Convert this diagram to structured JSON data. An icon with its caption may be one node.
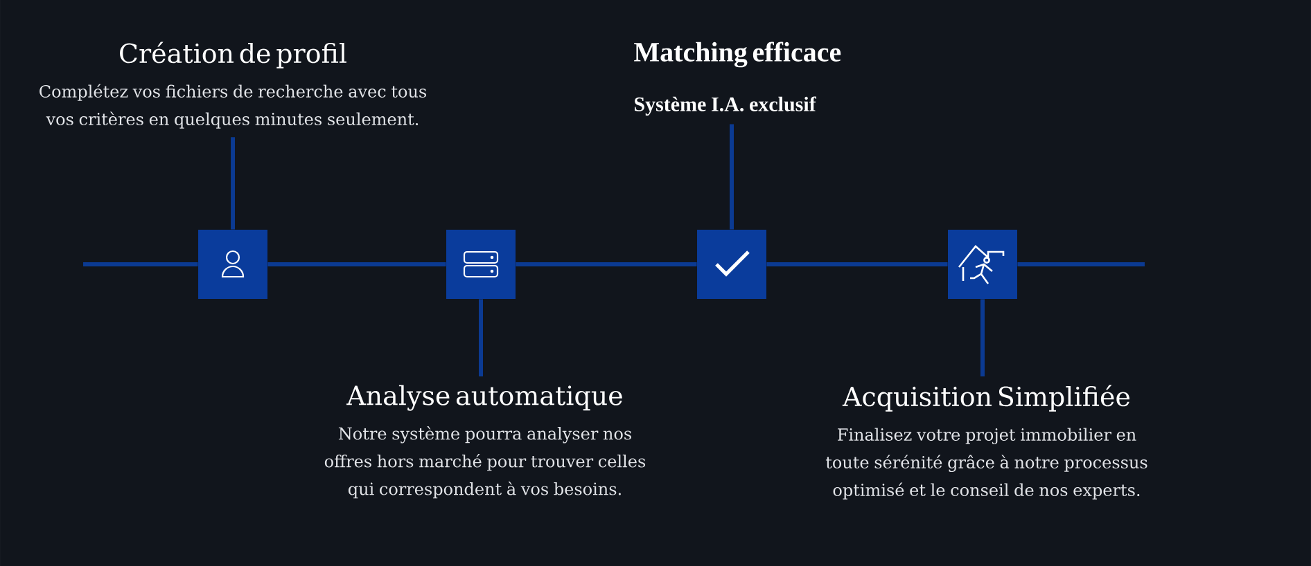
{
  "diagram": {
    "nodes": [
      {
        "text": [
          "Création de profil",
          "Complétez vos fichiers de recherche avec tous vos critères en quelques minutes seulement."
        ]
      },
      {
        "text": [],
        "shape": "box"
      },
      {
        "text": [],
        "shape": "box"
      },
      {
        "text": [
          "Analyse automatique",
          "Notre système pourra analyser nos offres hors marché pour trouver celles qui correspondent à vos besoins."
        ]
      },
      {
        "text": [
          "Matching efficace",
          "Système I.A. exclusif"
        ]
      },
      {
        "text": [],
        "shape": "box"
      },
      {
        "text": [],
        "shape": "box"
      },
      {
        "text": [
          "Acquisition Simplifiée",
          "Finalisez votre projet immobilier en toute sérénité grâce à notre processus optimisé et le conseil de nos experts."
        ]
      }
    ],
    "edges": [
      {
        "from": null,
        "to": 1,
        "arrow": "none"
      },
      {
        "from": 1,
        "to": 2,
        "arrow": "none"
      },
      {
        "from": 2,
        "to": 5,
        "arrow": "none"
      },
      {
        "from": 5,
        "to": 6,
        "arrow": "none"
      },
      {
        "from": 6,
        "to": null,
        "arrow": "none"
      },
      {
        "from": 0,
        "to": 1,
        "arrow": "none"
      },
      {
        "from": 2,
        "to": 3,
        "arrow": "none"
      },
      {
        "from": 4,
        "to": 5,
        "arrow": "none"
      },
      {
        "from": 6,
        "to": 7,
        "arrow": "none"
      }
    ]
  }
}
